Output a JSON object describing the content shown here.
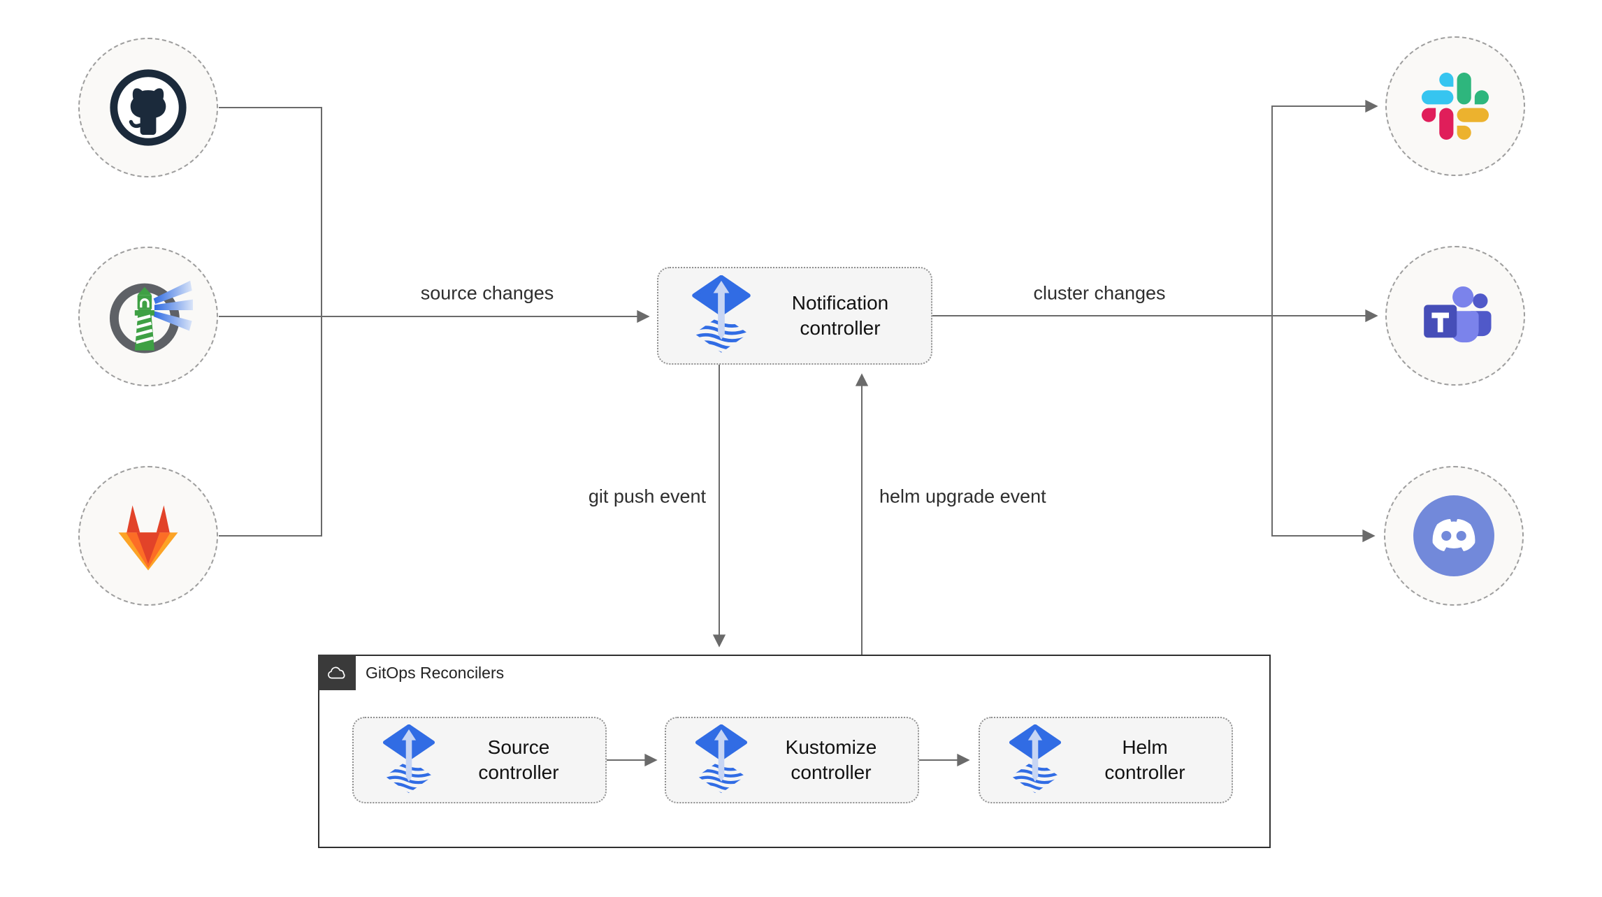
{
  "colors": {
    "line_gray": "#6a6a6a",
    "box_bg": "#f5f5f5",
    "box_border": "#8f8f8f",
    "circle_bg": "#faf9f7",
    "circle_border": "#9e9e9e",
    "container_border": "#303030",
    "tab_bg": "#3a3a3a",
    "flux_blue": "#316CE4",
    "flux_arrow": "#C7D5F4",
    "github_dark": "#1B2A3B",
    "harbor_gray": "#5E6166",
    "harbor_green": "#3EA044",
    "harbor_beam": "#2F6BE2",
    "harbor_beam_light": "#D9E4F8",
    "gitlab_red": "#E24329",
    "gitlab_orange": "#FC6D26",
    "gitlab_yellow": "#FCA326",
    "slack_blue": "#36C5F0",
    "slack_green": "#2EB67D",
    "slack_yellow": "#ECB22E",
    "slack_red": "#E01E5A",
    "teams_purple": "#464EB8",
    "teams_light": "#7B83EB",
    "teams_mid": "#5059C9",
    "discord_blurple": "#7289DA"
  },
  "endpoints": {
    "sources": [
      {
        "icon": "github-icon"
      },
      {
        "icon": "harbor-icon"
      },
      {
        "icon": "gitlab-icon"
      }
    ],
    "targets": [
      {
        "icon": "slack-icon"
      },
      {
        "icon": "teams-icon"
      },
      {
        "icon": "discord-icon"
      }
    ]
  },
  "edges": {
    "source_changes": "source changes",
    "cluster_changes": "cluster changes",
    "git_push_event": "git push event",
    "helm_upgrade_event": "helm upgrade event"
  },
  "nodes": {
    "notification": {
      "label": "Notification controller",
      "icon": "flux-icon"
    },
    "source": {
      "label": "Source controller",
      "icon": "flux-icon"
    },
    "kustomize": {
      "label": "Kustomize controller",
      "icon": "flux-icon"
    },
    "helm": {
      "label": "Helm controller",
      "icon": "flux-icon"
    },
    "group": {
      "label": "GitOps Reconcilers",
      "icon": "cloud-icon"
    }
  }
}
